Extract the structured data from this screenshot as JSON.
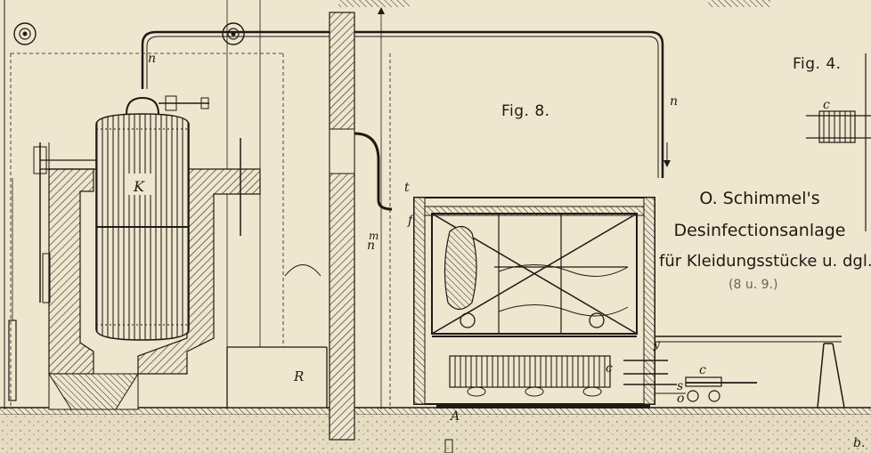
{
  "figures": {
    "fig8": "Fig. 8.",
    "fig4": "Fig. 4."
  },
  "title": {
    "line1": "O. Schimmel's",
    "line2": "Desinfectionsanlage",
    "line3": "für Kleidungsstücke u. dgl.",
    "line4": "(8 u. 9.)"
  },
  "letters": {
    "K": "K",
    "R": "R",
    "n_top": "n",
    "n_right": "n",
    "n_mid": "n",
    "m": "m",
    "t": "t",
    "f": "f",
    "c_fig4": "c",
    "c_trolley": "c",
    "c_rail": "c",
    "s": "s",
    "o": "o",
    "A": "A",
    "b": "b.",
    "y": "y"
  },
  "colors": {
    "paper": "#efe6cf",
    "ink": "#1e1a14",
    "faded_ink": "#6a6258"
  }
}
